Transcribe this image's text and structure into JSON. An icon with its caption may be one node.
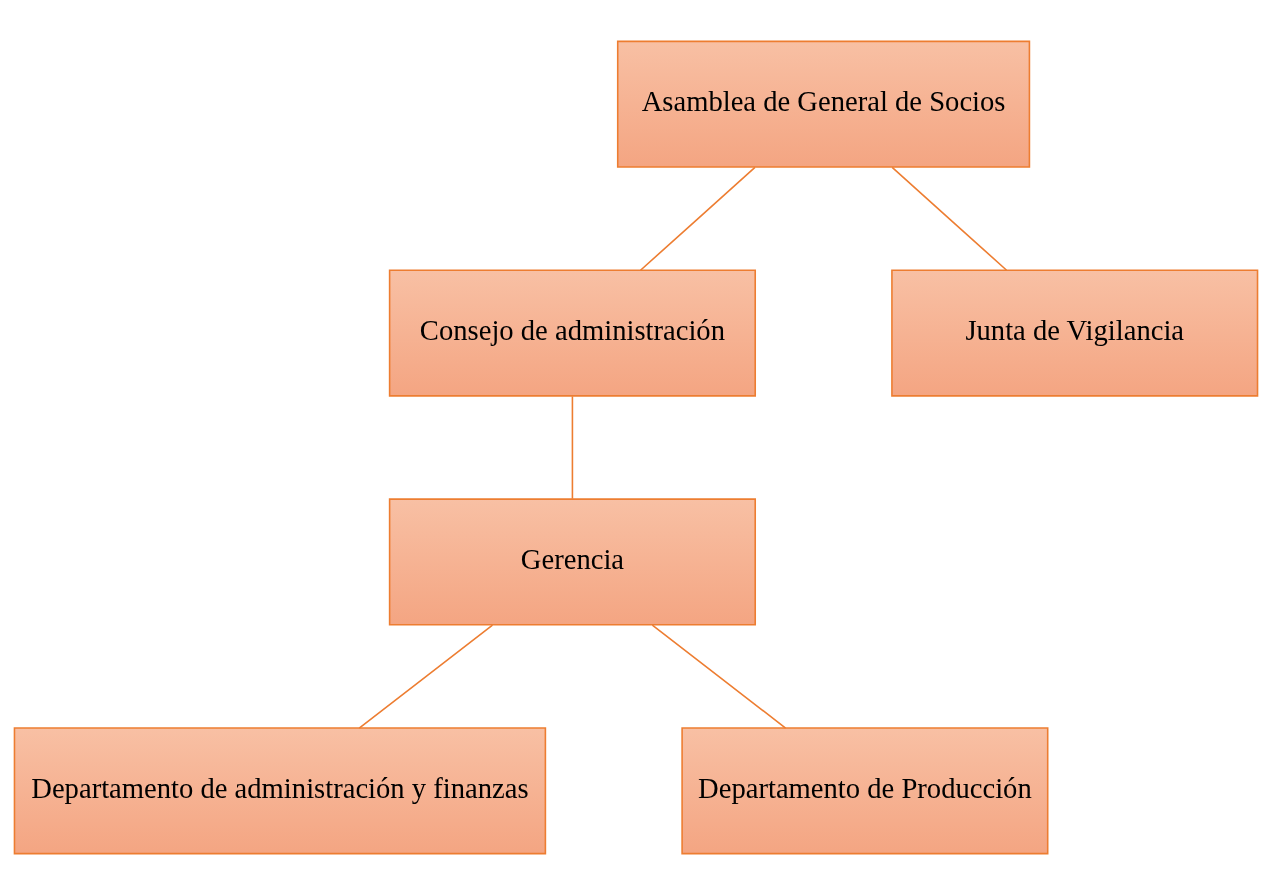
{
  "diagram": {
    "nodes": [
      {
        "text": [
          "Asamblea de General de Socios"
        ]
      },
      {
        "text": [
          "Consejo de administración"
        ]
      },
      {
        "text": [
          "Junta de Vigilancia"
        ]
      },
      {
        "text": [
          "Gerencia"
        ]
      },
      {
        "text": [
          "Departamento de administración y finanzas"
        ]
      },
      {
        "text": [
          "Departamento de Producción"
        ]
      }
    ],
    "edges": [
      {
        "from": 0,
        "to": 1,
        "arrow": "none"
      },
      {
        "from": 0,
        "to": 2,
        "arrow": "none"
      },
      {
        "from": 1,
        "to": 3,
        "arrow": "none"
      },
      {
        "from": 3,
        "to": 4,
        "arrow": "none"
      },
      {
        "from": 3,
        "to": 5,
        "arrow": "none"
      }
    ]
  }
}
